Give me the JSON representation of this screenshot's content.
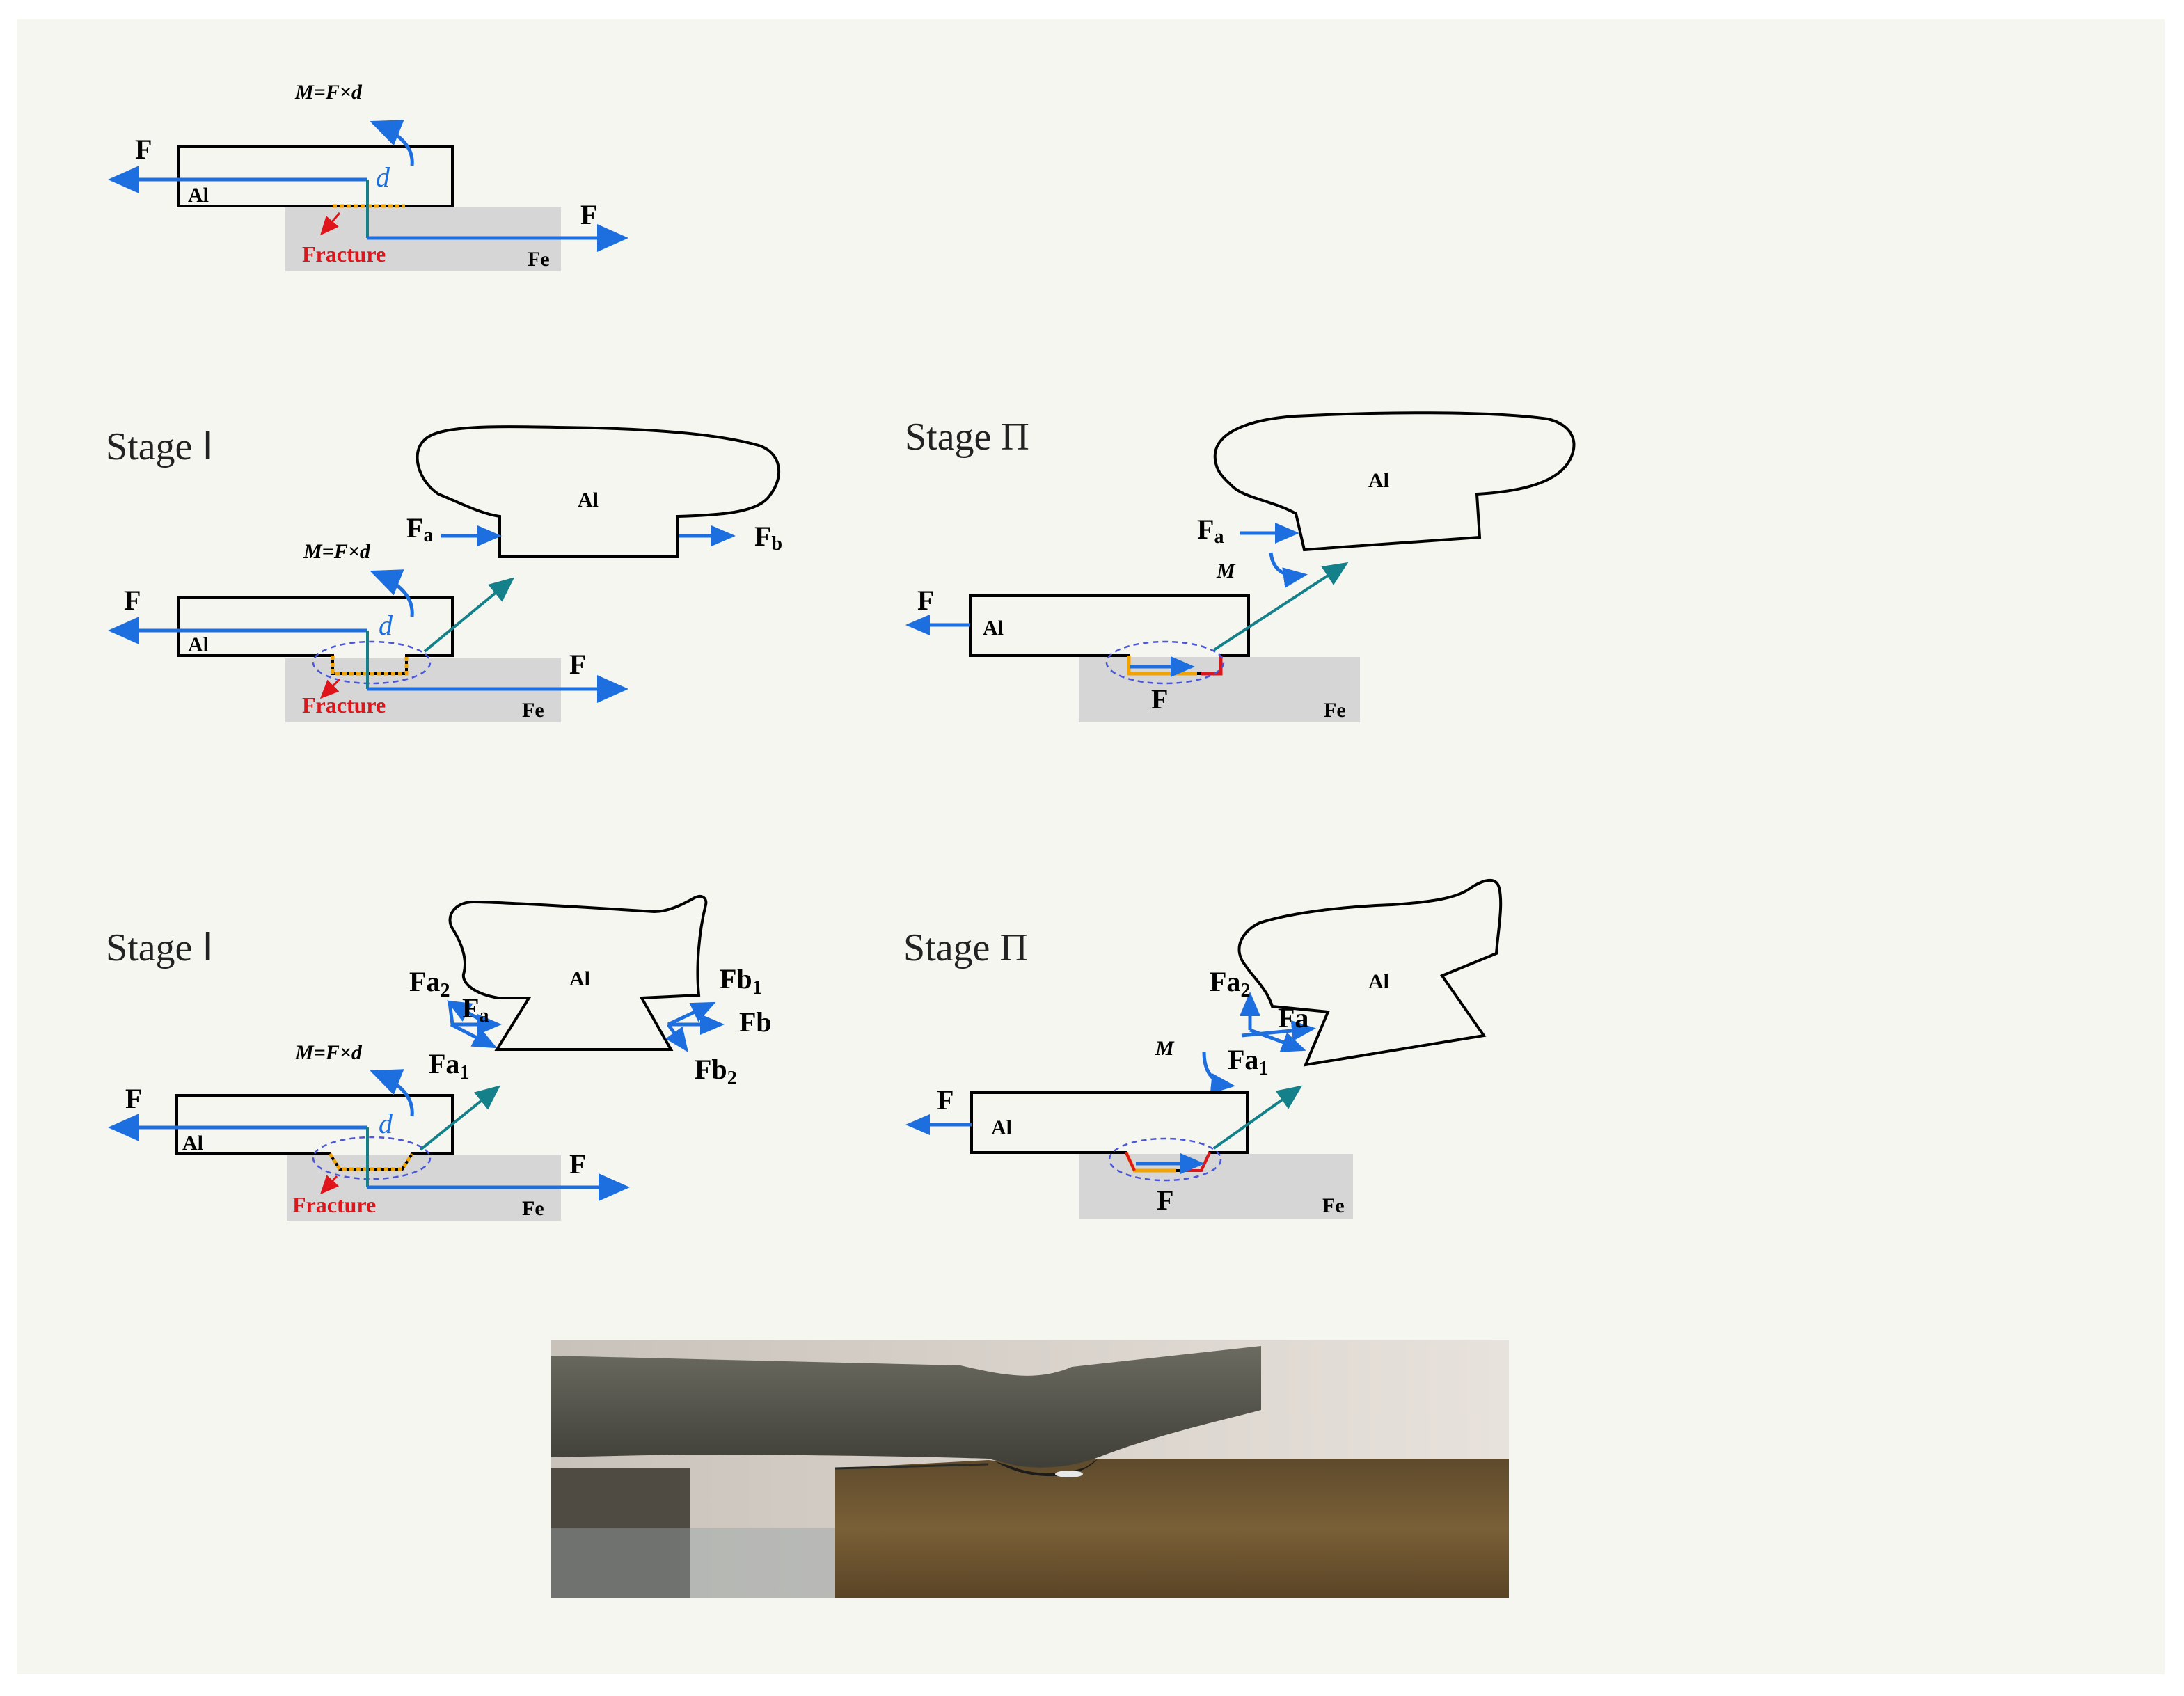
{
  "diagram": {
    "a": {
      "moment_label": "M=F×d",
      "force_left": "F",
      "force_right": "F",
      "al": "Al",
      "fe": "Fe",
      "d": "d",
      "fracture": "Fracture"
    },
    "b": {
      "stage1": {
        "title": "Stage Ⅰ",
        "al_top": "Al",
        "fa": "F",
        "fa_sub": "a",
        "fb": "F",
        "fb_sub": "b",
        "moment_label": "M=F×d",
        "force_left": "F",
        "force_right": "F",
        "al": "Al",
        "d": "d",
        "fracture": "Fracture",
        "fe": "Fe"
      },
      "stage2": {
        "title": "Stage Π",
        "al_top": "Al",
        "fa": "F",
        "fa_sub": "a",
        "m": "M",
        "force_left": "F",
        "al": "Al",
        "force_bottom": "F",
        "fe": "Fe"
      }
    },
    "c": {
      "stage1": {
        "title": "Stage Ⅰ",
        "al_top": "Al",
        "fa2": "Fa",
        "fa2_sub": "2",
        "fa": "F",
        "fa_sub": "a",
        "fa1": "Fa",
        "fa1_sub": "1",
        "fb1": "Fb",
        "fb1_sub": "1",
        "fb": "Fb",
        "fb2": "Fb",
        "fb2_sub": "2",
        "moment_label": "M=F×d",
        "force_left": "F",
        "force_right": "F",
        "al": "Al",
        "d": "d",
        "fracture": "Fracture",
        "fe": "Fe"
      },
      "stage2": {
        "title": "Stage Π",
        "al_top": "Al",
        "fa2": "Fa",
        "fa2_sub": "2",
        "fa": "Fa",
        "m": "M",
        "fa1": "Fa",
        "fa1_sub": "1",
        "force_left": "F",
        "al": "Al",
        "force_bottom": "F",
        "fe": "Fe"
      }
    }
  },
  "colors": {
    "force_arrow": "#1d6fe0",
    "resultant_arrow": "#13808a",
    "fracture": "#e0141b",
    "interface": "#f2a300",
    "steel_plate": "#d6d6d6",
    "background": "#f6f6f0"
  },
  "photo": {
    "description_icon": "fractured-joint-photo"
  }
}
